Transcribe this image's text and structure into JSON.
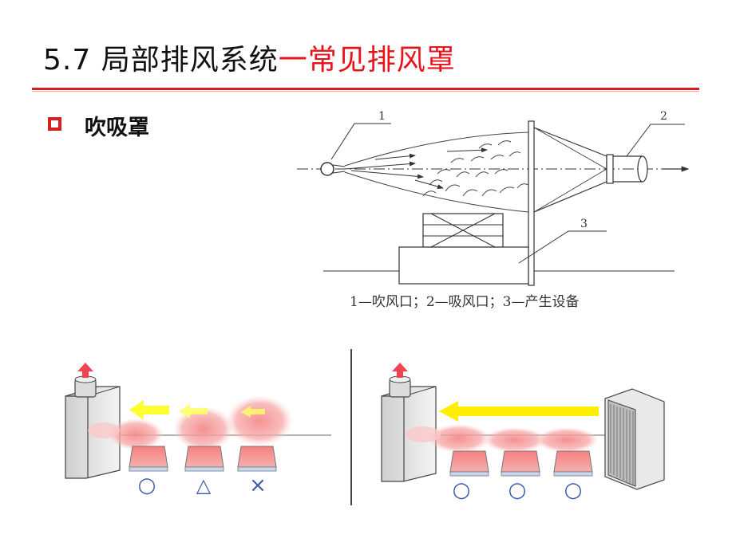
{
  "slide": {
    "title_prefix": "5.7 局部排风系统",
    "title_highlight": "一常见排风罩",
    "bullet": "吹吸罩"
  },
  "diagram": {
    "labels": [
      "1",
      "2",
      "3"
    ],
    "caption": "1—吹风口；2—吸风口；3—产生设备"
  },
  "comparison": {
    "left_markers": [
      "○",
      "△",
      "×"
    ],
    "right_markers": [
      "○",
      "○",
      "○"
    ]
  },
  "colors": {
    "accent": "#e8141b",
    "bullet": "#d81e1e",
    "arrow_left": "#ffff22",
    "arrow_right": "#ffee00",
    "smoke": "#f7a0a0",
    "markers": "#3b5ea6"
  }
}
